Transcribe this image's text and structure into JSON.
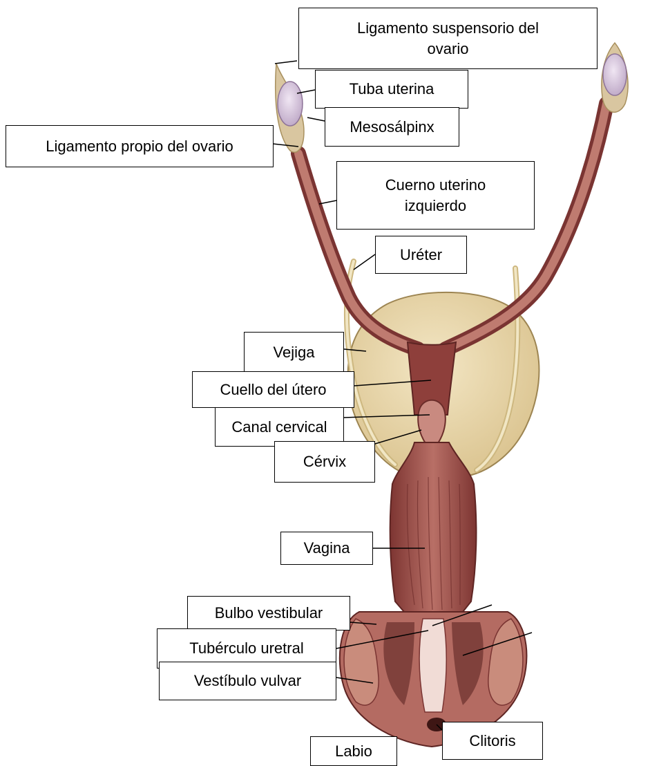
{
  "labels": {
    "ligamento_suspensorio": [
      "Ligamento suspensorio del",
      "ovario"
    ],
    "tuba_uterina": "Tuba uterina",
    "mesosalpinx": "Mesosálpinx",
    "ligamento_propio": "Ligamento propio del ovario",
    "cuerno_uterino": [
      "Cuerno uterino",
      "izquierdo"
    ],
    "ureter": "Uréter",
    "vejiga": "Vejiga",
    "cuello_utero": "Cuello del útero",
    "canal_cervical": "Canal cervical",
    "cervix": "Cérvix",
    "vagina": "Vagina",
    "bulbo_vestibular": "Bulbo vestibular",
    "tuberculo_uretral": "Tubérculo uretral",
    "vestibulo_vulvar": "Vestíbulo vulvar",
    "clitoris": "Clitoris",
    "labio": "Labio"
  },
  "colors": {
    "uterus": "#a8554f",
    "uterus_dark": "#6e2c2a",
    "bladder": "#e6d5a8",
    "ovary": "#d9c6df",
    "ureter": "#e9d9a8",
    "leader": "#000000"
  }
}
